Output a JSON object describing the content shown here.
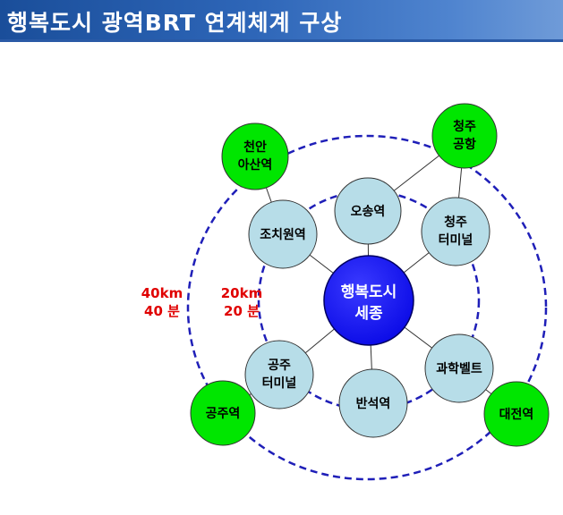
{
  "title": "행복도시 광역BRT 연계체계 구상",
  "colors": {
    "title_bar": "#2e66b8",
    "hub_fill": "#0a0ae6",
    "inner_node_fill": "#b7dde8",
    "outer_node_fill": "#00e600",
    "ring_stroke": "#1f1fb8",
    "distance_text": "#e00000"
  },
  "hub": {
    "lines": [
      "행복도시",
      "세종"
    ]
  },
  "inner_nodes": [
    {
      "id": "osong",
      "lines": [
        "오송역"
      ]
    },
    {
      "id": "cheongju-terminal",
      "lines": [
        "청주",
        "터미널"
      ]
    },
    {
      "id": "science-belt",
      "lines": [
        "과학벨트"
      ]
    },
    {
      "id": "banseok",
      "lines": [
        "반석역"
      ]
    },
    {
      "id": "gongju-terminal",
      "lines": [
        "공주",
        "터미널"
      ]
    },
    {
      "id": "jochiwon",
      "lines": [
        "조치원역"
      ]
    }
  ],
  "outer_nodes": [
    {
      "id": "cheongju-airport",
      "lines": [
        "청주",
        "공항"
      ]
    },
    {
      "id": "daejeon",
      "lines": [
        "대전역"
      ]
    },
    {
      "id": "gongju",
      "lines": [
        "공주역"
      ]
    },
    {
      "id": "cheonan-asan",
      "lines": [
        "천안",
        "아산역"
      ]
    }
  ],
  "distances": {
    "inner": {
      "km": "20km",
      "time": "20 분"
    },
    "outer": {
      "km": "40km",
      "time": "40 분"
    }
  }
}
